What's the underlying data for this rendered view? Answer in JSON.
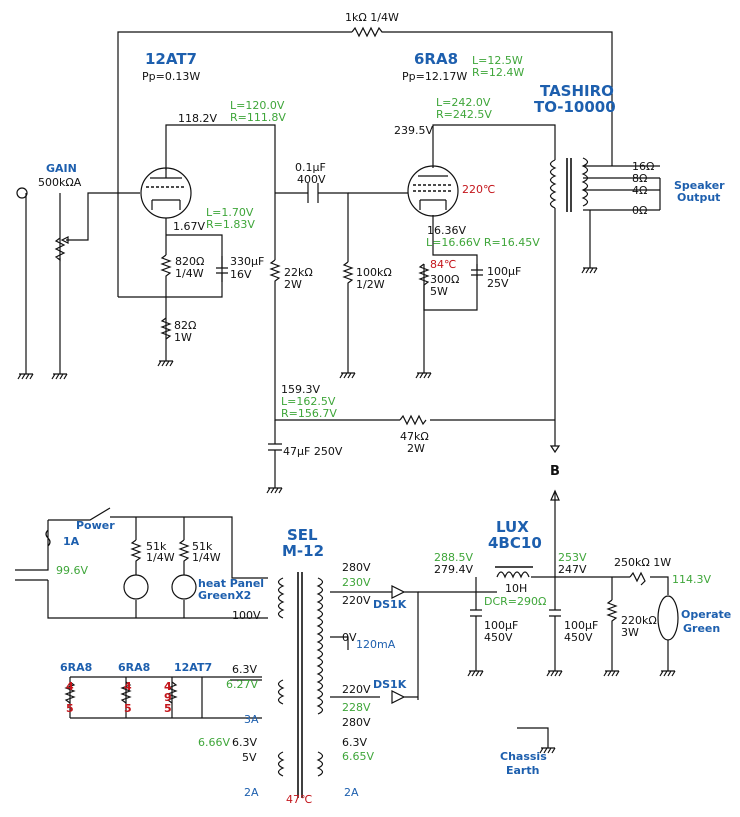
{
  "tubes": {
    "v1": {
      "name": "12AT7",
      "pp": "Pp=0.13W",
      "plate_v": "118.2V",
      "plate_l": "L=120.0V",
      "plate_r": "R=111.8V",
      "cathode_v": "1.67V",
      "cathode_l": "L=1.70V",
      "cathode_r": "R=1.83V"
    },
    "v2": {
      "name": "6RA8",
      "pp": "Pp=12.17W",
      "plate_v": "239.5V",
      "plate_l": "L=242.0V",
      "plate_r": "R=242.5V",
      "temp": "220℃",
      "cathode_v": "16.36V",
      "cathode_lr": "L=16.66V  R=16.45V",
      "cathode_temp": "84℃",
      "cur_l": "L=12.5W",
      "cur_r": "R=12.4W"
    }
  },
  "output_transformer": {
    "brand": "TASHIRO",
    "model": "TO-10000",
    "taps": [
      "16Ω",
      "8Ω",
      "4Ω",
      "0Ω"
    ],
    "label_1": "Speaker",
    "label_2": "Output"
  },
  "nfb_resistor": "1kΩ 1/4W",
  "gain": {
    "label": "GAIN",
    "value": "500kΩA"
  },
  "components": {
    "r_k1_a": "820Ω",
    "r_k1_b": "1/4W",
    "c_k1_a": "330µF",
    "c_k1_b": "16V",
    "r_k1b_a": "82Ω",
    "r_k1b_b": "1W",
    "c_cpl_a": "0.1µF",
    "c_cpl_b": "400V",
    "r_pl_a": "22kΩ",
    "r_pl_b": "2W",
    "r_g2_a": "100kΩ",
    "r_g2_b": "1/2W",
    "r_k2_a": "300Ω",
    "r_k2_b": "5W",
    "c_k2_a": "100µF",
    "c_k2_b": "25V",
    "r_dec_a": "47kΩ",
    "r_dec_b": "2W",
    "c_dec": "47µF 250V"
  },
  "node_159": {
    "v": "159.3V",
    "l": "L=162.5V",
    "r": "R=156.7V"
  },
  "b_label": "B",
  "power": {
    "fuse": "1A",
    "switch": "Power",
    "ac_v": "99.6V",
    "r_neon1_a": "51k",
    "r_neon1_b": "1/4W",
    "r_neon2_a": "51k",
    "r_neon2_b": "1/4W",
    "neon_label_1": "heat Panel",
    "neon_label_2": "GreenX2",
    "primary": "100V"
  },
  "power_transformer": {
    "brand": "SEL",
    "model": "M-12",
    "sec_280a": "280V",
    "sec_230": "230V",
    "sec_220a": "220V",
    "ct": "0V",
    "current": "120mA",
    "sec_220b": "220V",
    "sec_228": "228V",
    "sec_280b": "280V",
    "temp": "47℃",
    "h1_v": "6.3V",
    "h1_meas": "6.27V",
    "h1_a": "3A",
    "h2_meas": "6.66V",
    "h2_v": "6.3V",
    "h2_5v": "5V",
    "h2_a": "2A",
    "h3_v": "6.3V",
    "h3_meas": "6.65V",
    "h3_a": "2A"
  },
  "diodes": [
    "DS1K",
    "DS1K"
  ],
  "heaters": [
    {
      "name": "6RA8",
      "pins": [
        "4",
        "5"
      ]
    },
    {
      "name": "6RA8",
      "pins": [
        "4",
        "5"
      ]
    },
    {
      "name": "12AT7",
      "pins": [
        "4",
        "9",
        "5"
      ]
    }
  ],
  "choke": {
    "brand": "LUX",
    "model": "4BC10",
    "v_in": "288.5V",
    "v_in2": "279.4V",
    "v_out": "253V",
    "v_out2": "247V",
    "value": "10H",
    "dcr": "DCR=290Ω"
  },
  "filter": {
    "c1_a": "100µF",
    "c1_b": "450V",
    "c2_a": "100µF",
    "c2_b": "450V",
    "r_bleed": "250kΩ 1W",
    "v_bleed": "114.3V",
    "r_220_a": "220kΩ",
    "r_220_b": "3W",
    "lamp_1": "Operate",
    "lamp_2": "Green"
  },
  "chassis": {
    "label_1": "Chassis",
    "label_2": "Earth"
  }
}
